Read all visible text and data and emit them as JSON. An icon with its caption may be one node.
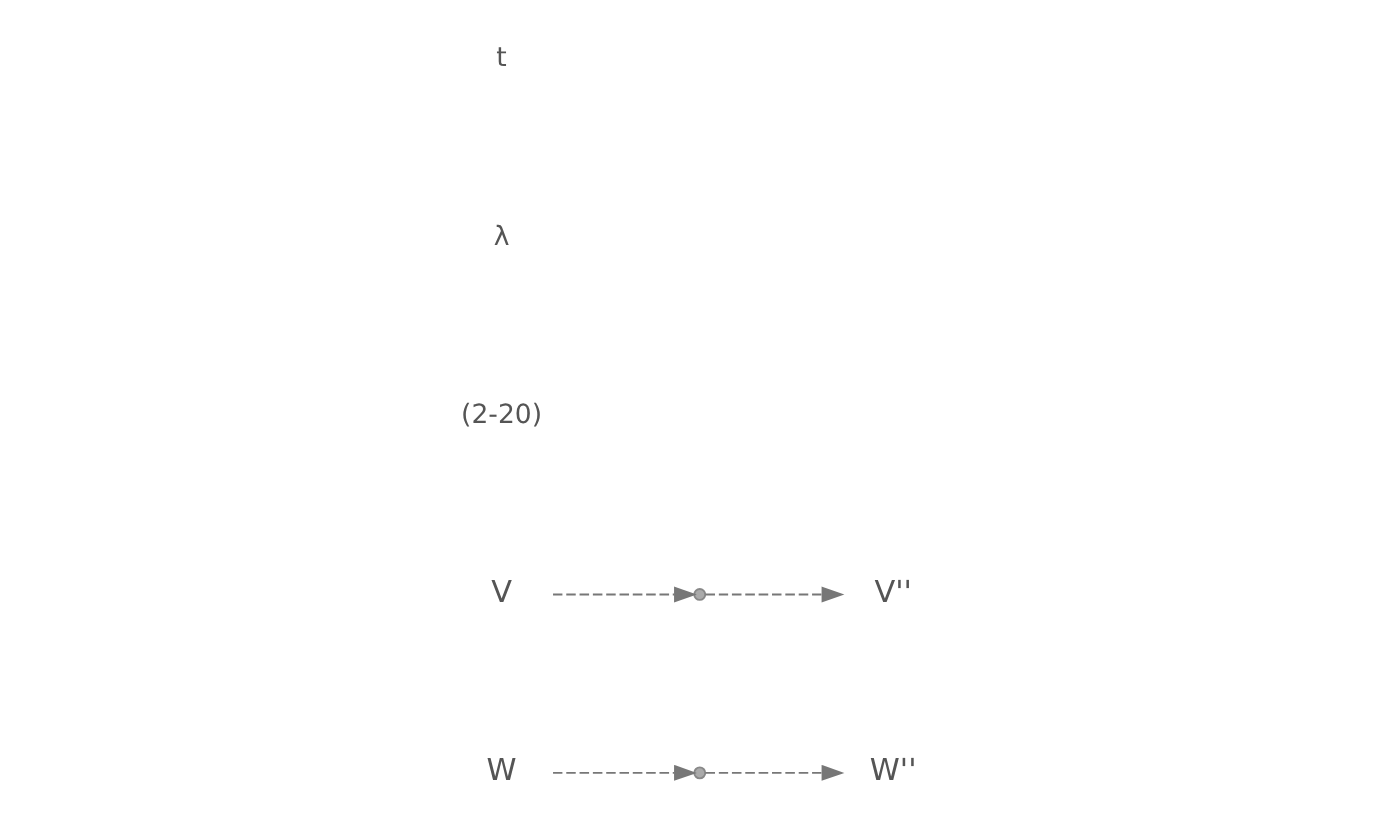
{
  "diagram": {
    "nodes": [
      {
        "text": [
          "V"
        ]
      },
      {
        "text": [],
        "shape": "circle"
      },
      {
        "text": [
          "V''"
        ]
      },
      {
        "text": [
          "W"
        ]
      },
      {
        "text": [],
        "shape": "circle"
      },
      {
        "text": [
          "W''"
        ]
      }
    ],
    "edges": [
      {
        "from": 0,
        "to": 1,
        "arrow": "to",
        "style": "dashed"
      },
      {
        "from": 1,
        "to": 2,
        "arrow": "to",
        "style": "dashed"
      },
      {
        "from": 3,
        "to": 4,
        "arrow": "to",
        "style": "dashed"
      },
      {
        "from": 4,
        "to": 5,
        "arrow": "to",
        "style": "dashed"
      }
    ],
    "labels": [
      "(2-20)",
      "λ",
      "t"
    ]
  }
}
